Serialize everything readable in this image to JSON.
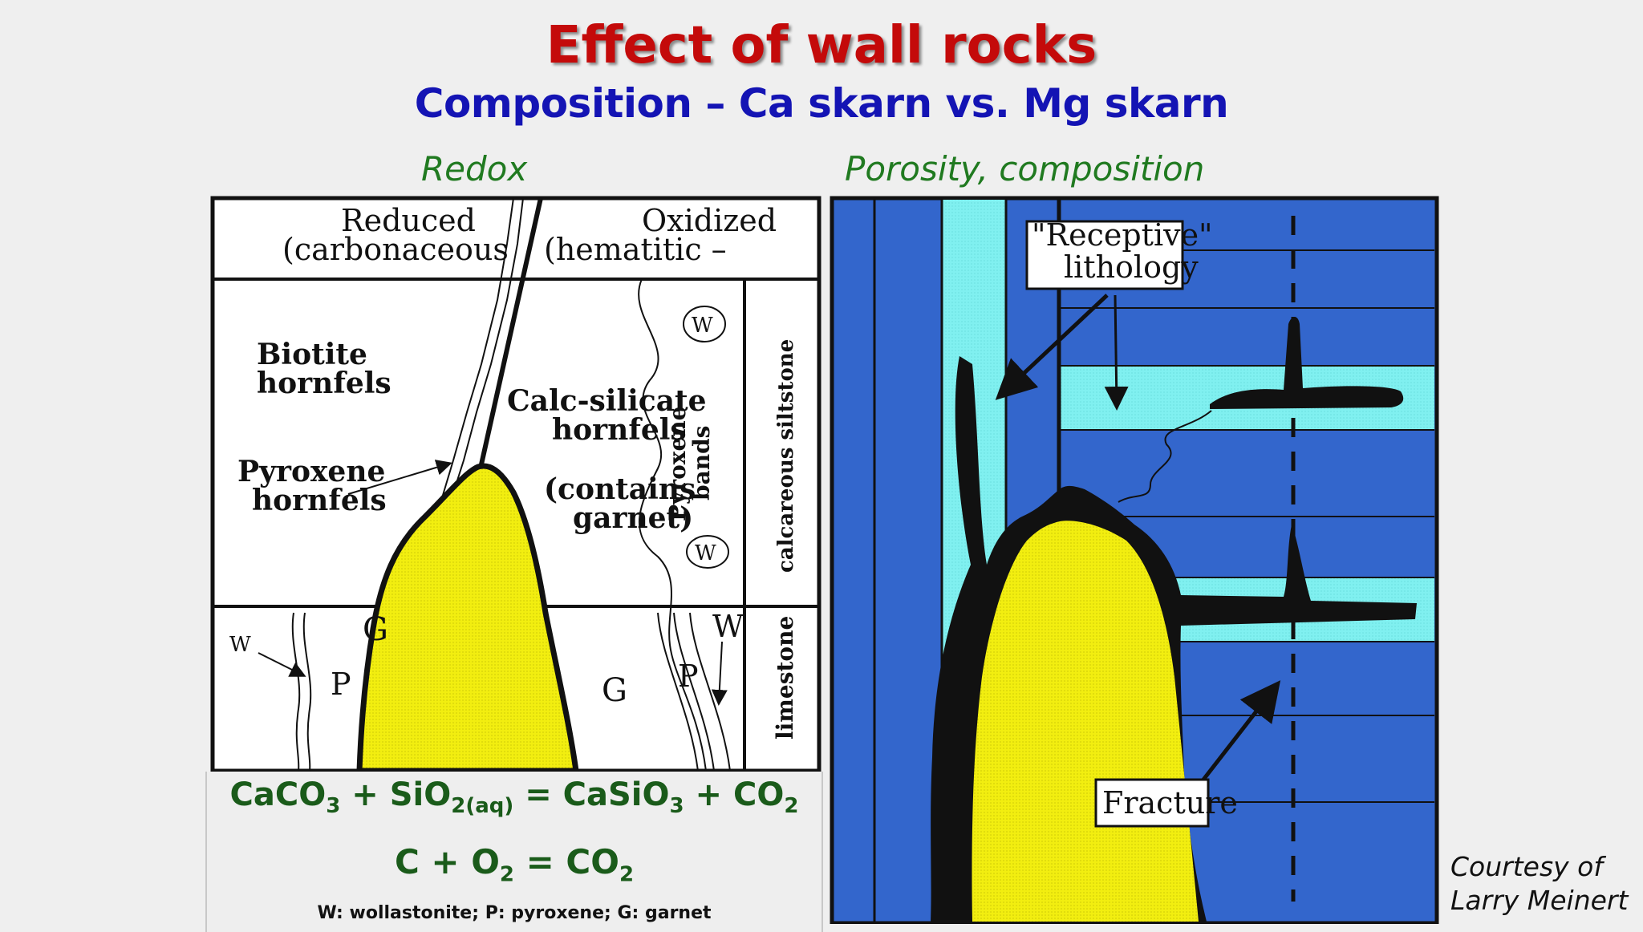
{
  "title": "Effect of wall rocks",
  "subtitle": "Composition – Ca skarn vs. Mg skarn",
  "left_panel": {
    "heading": "Redox",
    "header_reduced_1": "Reduced",
    "header_reduced_2": "(carbonaceous",
    "header_oxidized_1": "Oxidized",
    "header_oxidized_2": "(hematitic –",
    "biotite_1": "Biotite",
    "biotite_2": "hornfels",
    "pyroxene_1": "Pyroxene",
    "pyroxene_2": "hornfels",
    "calc_1": "Calc-silicate",
    "calc_2": "hornfels",
    "calc_3": "(contains",
    "calc_4": "garnet)",
    "pyroxene_bands_1": "Pyroxene",
    "pyroxene_bands_2": "bands",
    "calcareous_siltstone": "calcareous siltstone",
    "limestone": "limestone",
    "w_label": "W",
    "p_label": "P",
    "g_label": "G"
  },
  "right_panel": {
    "heading": "Porosity, composition",
    "receptive_1": "\"Receptive\"",
    "receptive_2": "lithology",
    "fracture": "Fracture"
  },
  "equations": {
    "eq1_a": "CaCO",
    "eq1_a_sub": "3",
    "eq1_b": " + SiO",
    "eq1_b_sub": "2(aq)",
    "eq1_c": " = CaSiO",
    "eq1_c_sub": "3",
    "eq1_d": " + CO",
    "eq1_d_sub": "2",
    "eq2_a": "C + O",
    "eq2_a_sub": "2",
    "eq2_b": " = CO",
    "eq2_b_sub": "2",
    "legend": "W: wollastonite; P: pyroxene; G: garnet"
  },
  "credit_1": "Courtesy of",
  "credit_2": "Larry Meinert",
  "colors": {
    "title": "#c40a0a",
    "subtitle": "#1414b4",
    "heading": "#207a20",
    "pluton": "#f2ee10",
    "dark_blue": "#3366cc",
    "light_blue": "#80f0f0"
  }
}
